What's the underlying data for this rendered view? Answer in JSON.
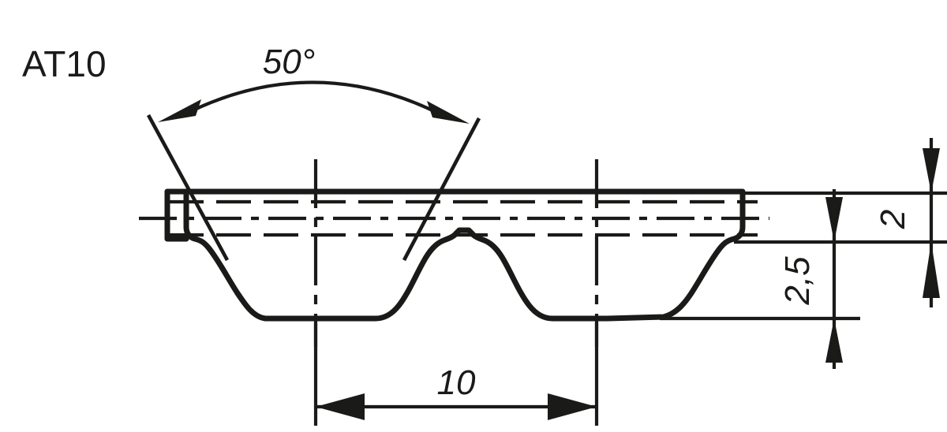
{
  "drawing": {
    "title": "AT10",
    "profile_type": "timing-belt-tooth-profile",
    "units": "mm",
    "labels": {
      "belt_designation": "AT10",
      "flank_angle": "50°",
      "pitch": "10",
      "tooth_height": "2,5",
      "belt_back_thickness": "2"
    },
    "annotations": [
      {
        "name": "flank-angle",
        "value": "50°",
        "kind": "angular-dimension",
        "orientation": "horizontal"
      },
      {
        "name": "pitch",
        "value": "10",
        "kind": "linear-dimension",
        "orientation": "horizontal"
      },
      {
        "name": "tooth-height",
        "value": "2,5",
        "kind": "linear-dimension",
        "orientation": "vertical-rotated"
      },
      {
        "name": "back-thickness",
        "value": "2",
        "kind": "linear-dimension",
        "orientation": "vertical-rotated"
      }
    ],
    "colors": {
      "ink": "#1a1a18",
      "background": "#ffffff"
    }
  },
  "chart_data": {
    "type": "line",
    "title": "AT10",
    "xlabel": "",
    "ylabel": "",
    "series": [
      {
        "name": "tooth-profile-outline",
        "values": []
      }
    ],
    "annotations": [
      "50°",
      "10",
      "2,5",
      "2"
    ]
  }
}
